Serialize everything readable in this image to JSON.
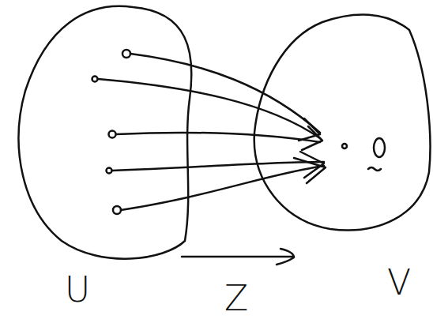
{
  "diagram": {
    "nodes": [
      {
        "text": [
          "U"
        ]
      },
      {
        "text": [
          "V"
        ]
      }
    ],
    "labels": [
      "Z"
    ]
  }
}
